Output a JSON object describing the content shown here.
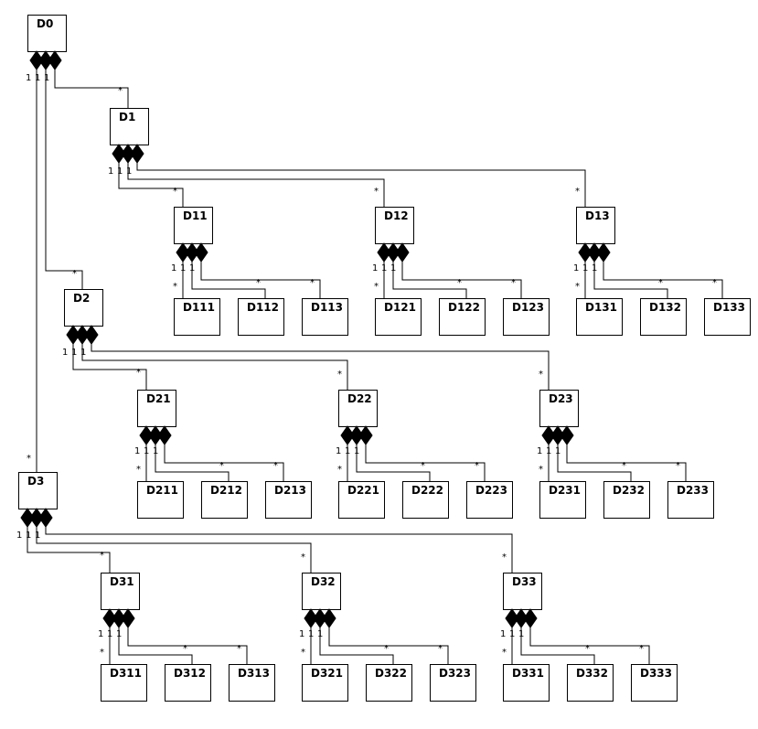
{
  "nodes": {
    "D0": "D0",
    "D1": "D1",
    "D2": "D2",
    "D3": "D3",
    "D11": "D11",
    "D12": "D12",
    "D13": "D13",
    "D21": "D21",
    "D22": "D22",
    "D23": "D23",
    "D31": "D31",
    "D32": "D32",
    "D33": "D33",
    "D111": "D111",
    "D112": "D112",
    "D113": "D113",
    "D121": "D121",
    "D122": "D122",
    "D123": "D123",
    "D131": "D131",
    "D132": "D132",
    "D133": "D133",
    "D211": "D211",
    "D212": "D212",
    "D213": "D213",
    "D221": "D221",
    "D222": "D222",
    "D223": "D223",
    "D231": "D231",
    "D232": "D232",
    "D233": "D233",
    "D311": "D311",
    "D312": "D312",
    "D313": "D313",
    "D321": "D321",
    "D322": "D322",
    "D323": "D323",
    "D331": "D331",
    "D332": "D332",
    "D333": "D333"
  },
  "multiplicity": {
    "owner": "1",
    "part": "*"
  },
  "colors": {
    "line": "#000000",
    "box_fill": "#ffffff",
    "diamond": "#000000"
  }
}
